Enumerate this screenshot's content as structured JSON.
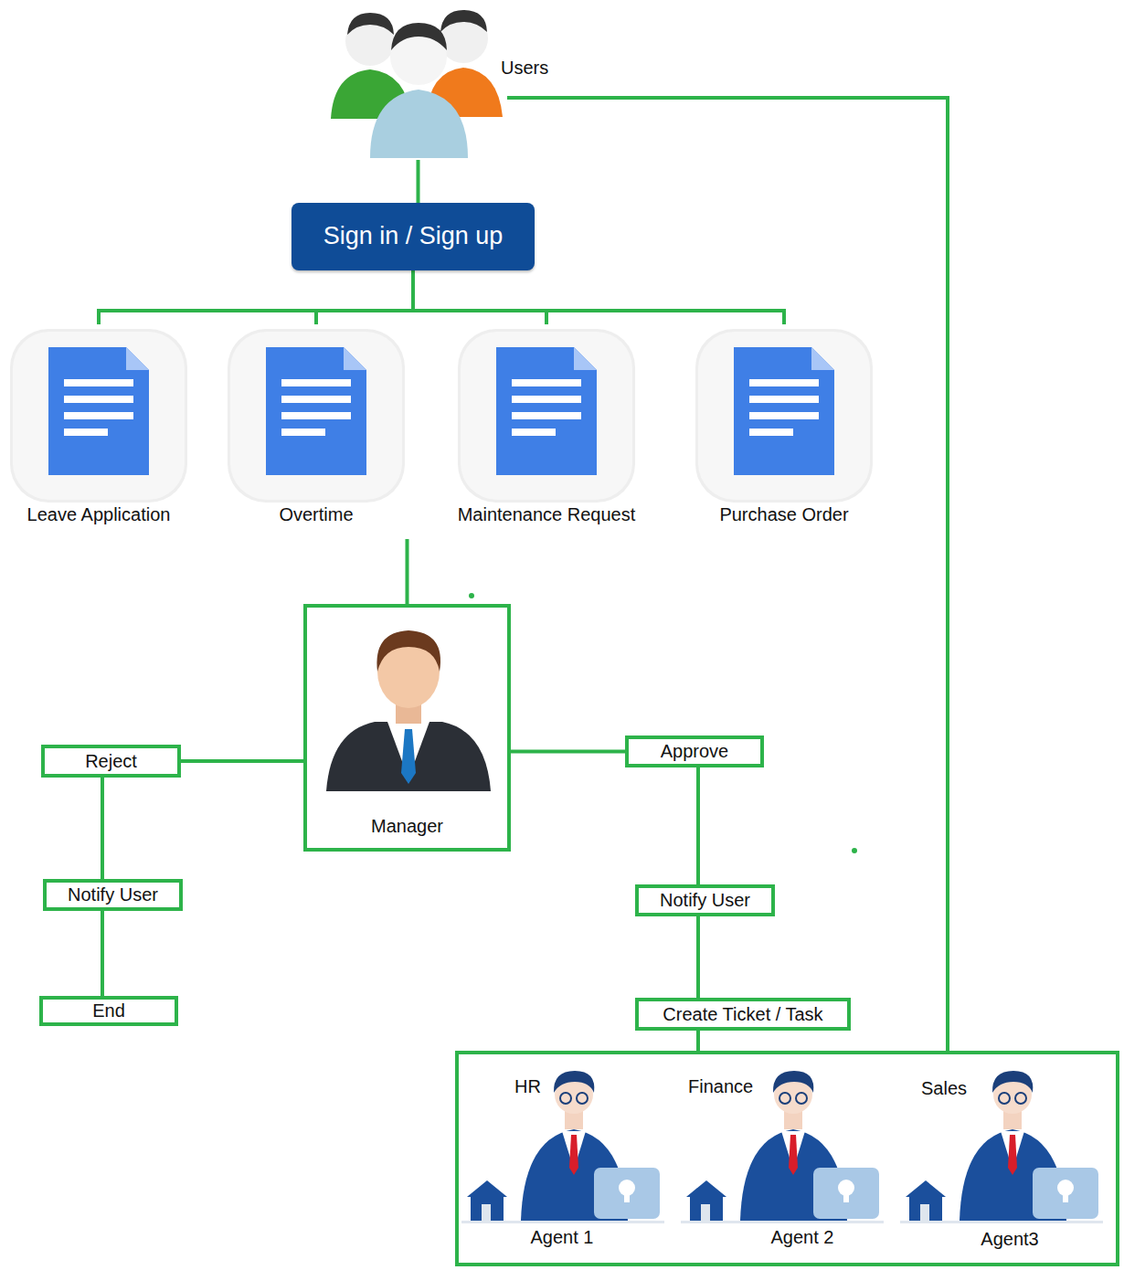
{
  "diagram": {
    "nodes": [
      {
        "text": [
          "Users"
        ]
      },
      {
        "text": [
          "Sign in / Sign up"
        ]
      },
      {
        "text": [
          "Leave Application"
        ]
      },
      {
        "text": [
          "Overtime"
        ]
      },
      {
        "text": [
          "Maintenance Request"
        ]
      },
      {
        "text": [
          "Purchase Order"
        ]
      },
      {
        "text": [
          "Manager"
        ]
      },
      {
        "text": [
          "Reject"
        ]
      },
      {
        "text": [
          "Approve"
        ]
      },
      {
        "text": [
          "Notify User"
        ]
      },
      {
        "text": [
          "End"
        ]
      },
      {
        "text": [
          "Notify User"
        ]
      },
      {
        "text": [
          "Create Ticket / Task"
        ]
      },
      {
        "text": []
      },
      {
        "text": [
          "HR",
          "Agent 1"
        ],
        "in": 13
      },
      {
        "text": [
          "Finance",
          "Agent 2"
        ],
        "in": 13
      },
      {
        "text": [
          "Sales",
          "Agent3"
        ],
        "in": 13
      }
    ],
    "edges": [
      {
        "from": 0,
        "to": 1,
        "arrow": "none"
      },
      {
        "from": 1,
        "to": 2,
        "arrow": "none"
      },
      {
        "from": 1,
        "to": 3,
        "arrow": "none"
      },
      {
        "from": 1,
        "to": 4,
        "arrow": "none"
      },
      {
        "from": 1,
        "to": 5,
        "arrow": "none"
      },
      {
        "from": 3,
        "to": 6,
        "arrow": "none"
      },
      {
        "from": 6,
        "to": 7,
        "arrow": "none"
      },
      {
        "from": 6,
        "to": 8,
        "arrow": "none"
      },
      {
        "from": 7,
        "to": 9,
        "arrow": "none"
      },
      {
        "from": 9,
        "to": 10,
        "arrow": "none"
      },
      {
        "from": 8,
        "to": 11,
        "arrow": "none"
      },
      {
        "from": 11,
        "to": 12,
        "arrow": "none"
      },
      {
        "from": 12,
        "to": 13,
        "arrow": "none"
      },
      {
        "from": 0,
        "to": 13,
        "arrow": "none"
      }
    ]
  }
}
